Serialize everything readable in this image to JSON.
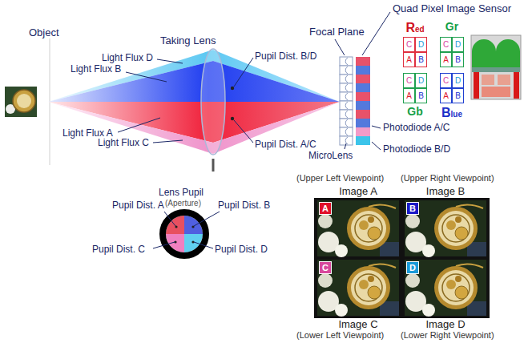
{
  "diagram": {
    "nodes": [
      {
        "text": [
          "Red"
        ]
      },
      {
        "text": [
          "C"
        ],
        "in": 0
      },
      {
        "text": [
          "D"
        ],
        "in": 0
      },
      {
        "text": [
          "A"
        ],
        "in": 0
      },
      {
        "text": [
          "B"
        ],
        "in": 0
      },
      {
        "text": [
          "Gr"
        ]
      },
      {
        "text": [
          "C"
        ],
        "in": 5
      },
      {
        "text": [
          "D"
        ],
        "in": 5
      },
      {
        "text": [
          "A"
        ],
        "in": 5
      },
      {
        "text": [
          "B"
        ],
        "in": 5
      },
      {
        "text": [
          "Gb"
        ]
      },
      {
        "text": [
          "C"
        ],
        "in": 10
      },
      {
        "text": [
          "D"
        ],
        "in": 10
      },
      {
        "text": [
          "A"
        ],
        "in": 10
      },
      {
        "text": [
          "B"
        ],
        "in": 10
      },
      {
        "text": [
          "Blue"
        ]
      },
      {
        "text": [
          "C"
        ],
        "in": 15
      },
      {
        "text": [
          "D"
        ],
        "in": 15
      },
      {
        "text": [
          "A"
        ],
        "in": 15
      },
      {
        "text": [
          "B"
        ],
        "in": 15
      },
      {
        "text": [
          "Image A"
        ]
      },
      {
        "text": [
          "A"
        ],
        "in": 20
      },
      {
        "text": [
          "Image B"
        ]
      },
      {
        "text": [
          "B"
        ],
        "in": 22
      },
      {
        "text": [
          "Image C"
        ]
      },
      {
        "text": [
          "C"
        ],
        "in": 24
      },
      {
        "text": [
          "Image D"
        ]
      },
      {
        "text": [
          "D"
        ],
        "in": 26
      }
    ],
    "labels": [
      "Object",
      "Taking Lens",
      "Light Flux D",
      "Light Flux B",
      "Light Flux A",
      "Light Flux C",
      "Pupil Dist. B/D",
      "Pupil Dist. A/C",
      "Focal Plane",
      "Quad Pixel Image Sensor",
      "MicroLens",
      "Photodiode A/C",
      "Photodiode B/D",
      "Lens Pupil",
      "(Aperture)",
      "Pupil Dist. A",
      "Pupil Dist. B",
      "Pupil Dist. C",
      "Pupil Dist. D",
      "(Upper Left Viewpoint)",
      "(Upper Right Viewpoint)",
      "(Lower Left Viewpoint)",
      "(Lower Right Viewpoint)"
    ]
  }
}
